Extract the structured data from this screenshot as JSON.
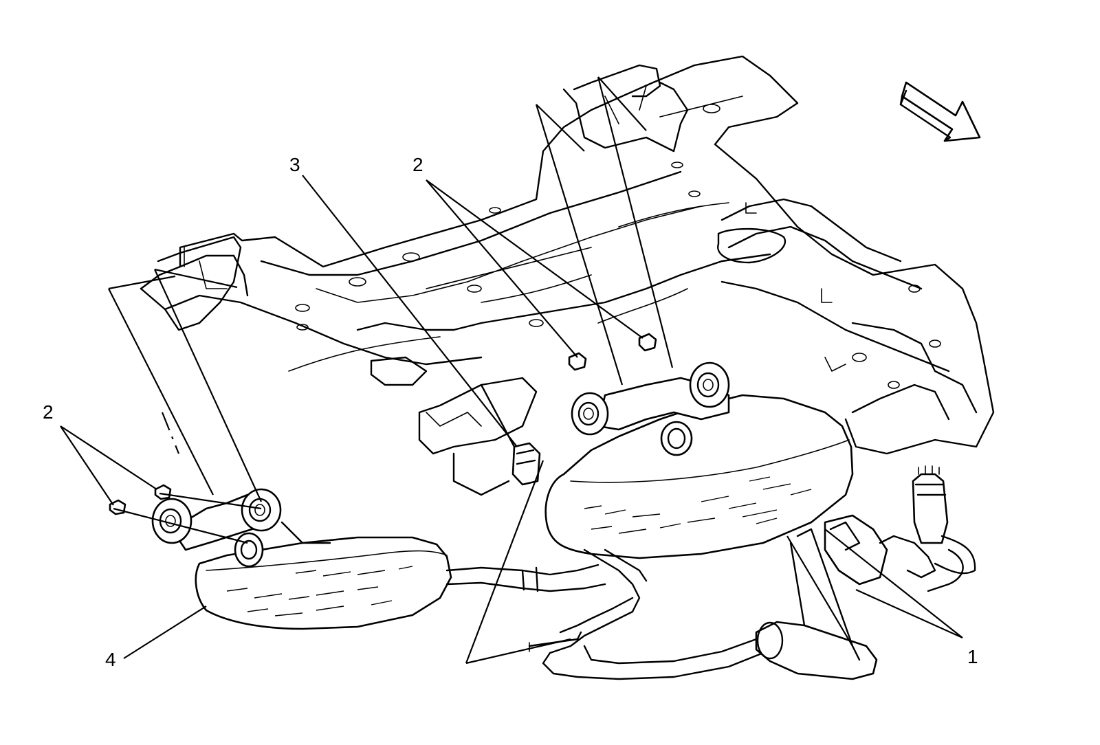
{
  "callouts": {
    "c1": "1",
    "c2a": "2",
    "c2b": "2",
    "c3": "3",
    "c4": "4"
  }
}
